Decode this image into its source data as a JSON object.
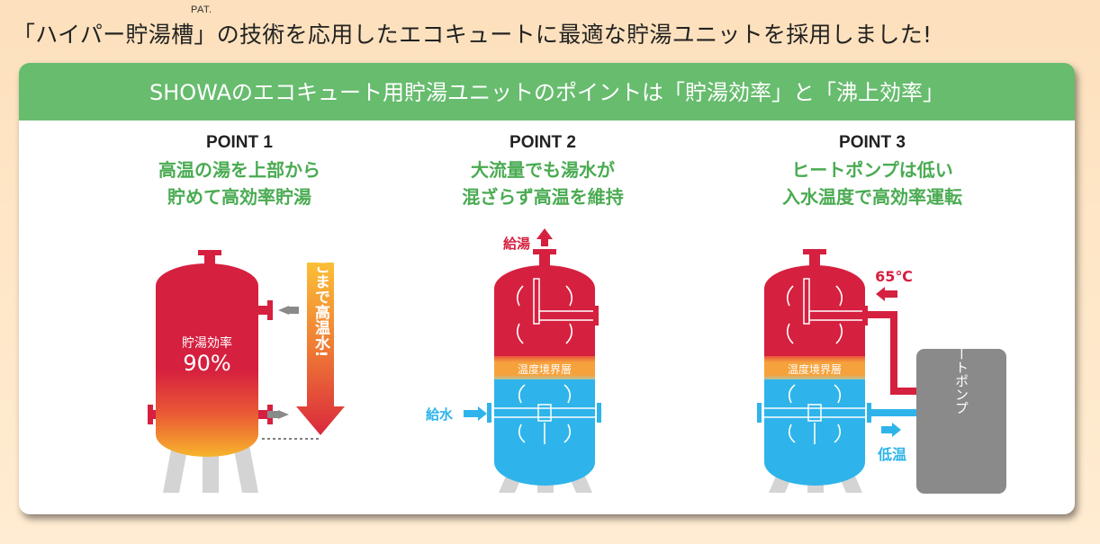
{
  "header": {
    "pat_mark": "PAT.",
    "headline": "「ハイパー貯湯槽」の技術を応用したエコキュートに最適な貯湯ユニットを採用しました!"
  },
  "banner": {
    "text": "SHOWAのエコキュート用貯湯ユニットのポイントは「貯湯効率」と「沸上効率」"
  },
  "points": [
    {
      "title": "POINT 1",
      "line1": "高温の湯を上部から",
      "line2": "貯めて高効率貯湯",
      "tank_label": "貯湯効率",
      "tank_value": "90%",
      "arrow_label": "ここまで高温水!"
    },
    {
      "title": "POINT 2",
      "line1": "大流量でも湯水が",
      "line2": "混ざらず高温を維持",
      "outlet_label": "給湯",
      "inlet_label": "給水",
      "boundary_label": "温度境界層"
    },
    {
      "title": "POINT 3",
      "line1": "ヒートポンプは低い",
      "line2": "入水温度で高効率運転",
      "hot_label": "65℃",
      "cold_label": "低温",
      "boundary_label": "温度境界層",
      "heatpump_label": "ヒートポンプ"
    }
  ],
  "colors": {
    "hot_red": "#d6203f",
    "cold_blue": "#2eb4ea",
    "accent_green": "#67bc6e",
    "boundary_orange": "#f6a23c",
    "heatpump_gray": "#8a8a8a"
  }
}
